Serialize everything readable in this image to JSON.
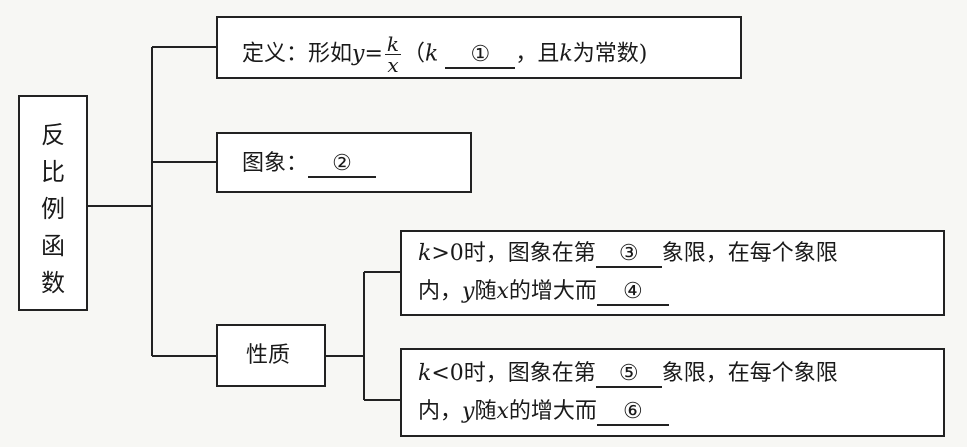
{
  "root": {
    "chars": [
      "反",
      "比",
      "例",
      "函",
      "数"
    ]
  },
  "definition": {
    "prefix": "定义：形如",
    "y": "y",
    "eq": "=",
    "num": "k",
    "den": "x",
    "paren_open": "（",
    "k": "k",
    "blank1": "①",
    "comma": "，且",
    "k2": "k",
    "suffix": "为常数)"
  },
  "image": {
    "label": "图象：",
    "blank2": "②"
  },
  "properties": {
    "label": "性质",
    "pos": {
      "k": "k",
      "cond": ">0时，图象在第",
      "blank3": "③",
      "mid": "象限，在每个象限",
      "line2a": "内，",
      "y": "y",
      "sui": "随",
      "x": "x",
      "line2b": "的增大而",
      "blank4": "④"
    },
    "neg": {
      "k": "k",
      "cond": "<0时，图象在第",
      "blank5": "⑤",
      "mid": "象限，在每个象限",
      "line2a": "内，",
      "y": "y",
      "sui": "随",
      "x": "x",
      "line2b": "的增大而",
      "blank6": "⑥"
    }
  }
}
